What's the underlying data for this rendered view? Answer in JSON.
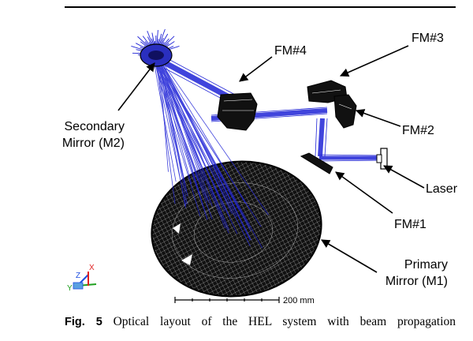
{
  "figure": {
    "labels": {
      "secondary_line1": "Secondary",
      "secondary_line2": "Mirror (M2)",
      "fm4": "FM#4",
      "fm3": "FM#3",
      "fm2": "FM#2",
      "fm1": "FM#1",
      "laser": "Laser",
      "primary_line1": "Primary",
      "primary_line2": "Mirror (M1)"
    },
    "scale_bar": {
      "label": "200 mm"
    },
    "axes": {
      "x": "X",
      "y": "Y",
      "z": "Z"
    },
    "colors": {
      "beam": "#1f23d6",
      "mesh": "#000000",
      "axis_x": "#e02020",
      "axis_y": "#20a020",
      "axis_z": "#2050e0"
    }
  },
  "caption": {
    "label": "Fig. 5",
    "text": "Optical layout of the HEL system with beam propagation"
  }
}
